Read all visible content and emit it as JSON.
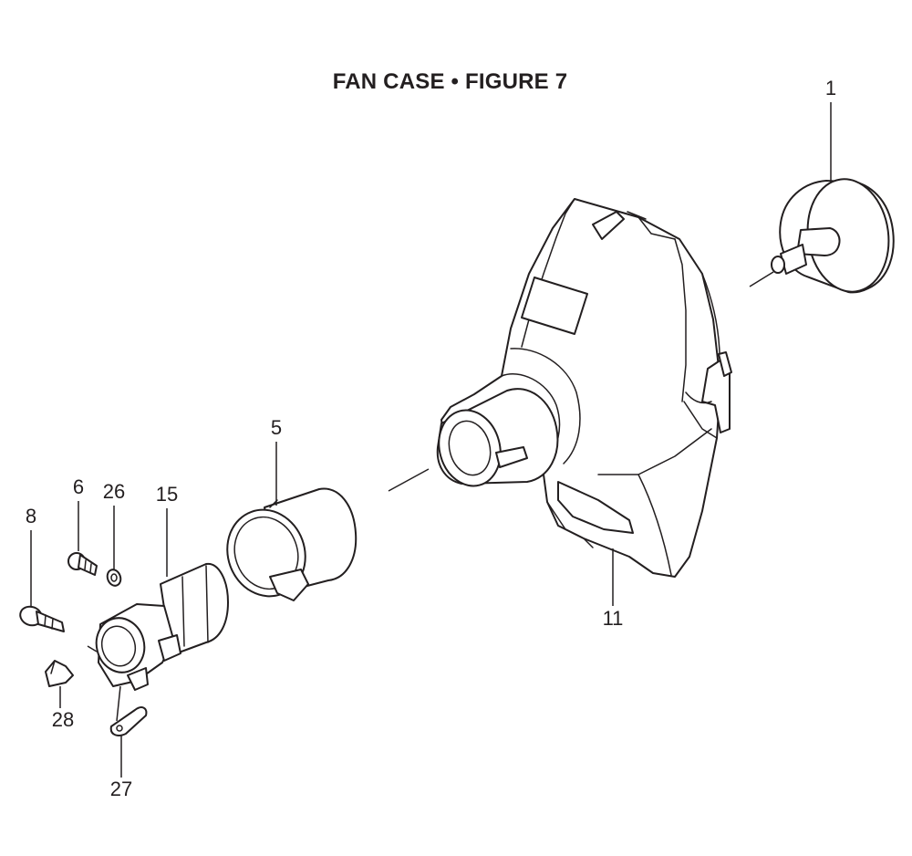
{
  "figure": {
    "title": "FAN CASE  •  FIGURE 7"
  },
  "callouts": [
    {
      "id": "c1",
      "label": "1"
    },
    {
      "id": "c5",
      "label": "5"
    },
    {
      "id": "c6",
      "label": "6"
    },
    {
      "id": "c8",
      "label": "8"
    },
    {
      "id": "c11",
      "label": "11"
    },
    {
      "id": "c15",
      "label": "15"
    },
    {
      "id": "c26",
      "label": "26"
    },
    {
      "id": "c27",
      "label": "27"
    },
    {
      "id": "c28",
      "label": "28"
    }
  ],
  "colors": {
    "line": "#231f20",
    "background": "#ffffff"
  }
}
